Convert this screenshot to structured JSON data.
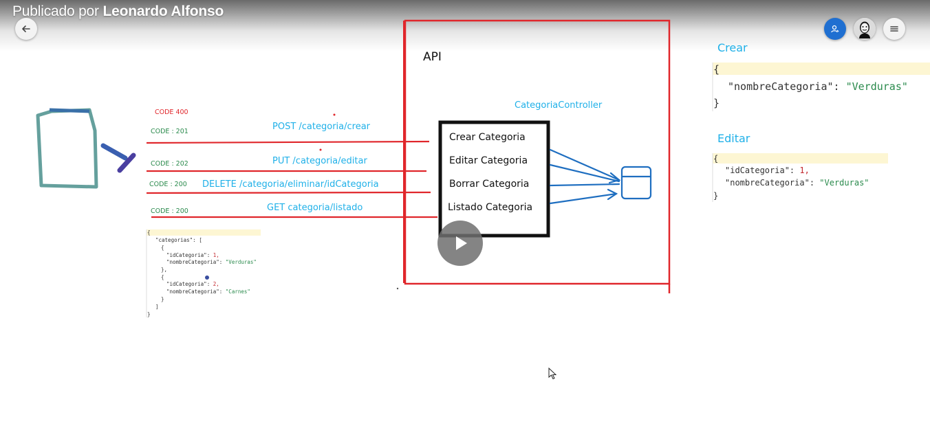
{
  "header": {
    "published_prefix": "Publicado por",
    "author": "Leonardo Alfonso"
  },
  "icons": {
    "back": "arrow-left-icon",
    "user": "user-icon",
    "avatar": "anonymous-mask-avatar",
    "menu": "hamburger-menu-icon",
    "play": "play-icon"
  },
  "colors": {
    "red": "#e0262b",
    "blue_text": "#1fb0e8",
    "green_text": "#2a8a4c",
    "user_button": "#1f6fd1"
  },
  "whiteboard": {
    "api_label": "API",
    "controller_label": "CategoriaController",
    "methods": [
      "Crear Categoria",
      "Editar Categoria",
      "Borrar Categoria",
      "Listado Categoria"
    ],
    "codes": [
      "CODE 400",
      "CODE : 201",
      "CODE : 202",
      "CODE : 200",
      "CODE : 200"
    ],
    "routes": [
      "POST /categoria/crear",
      "PUT /categoria/editar",
      "DELETE /categoria/eliminar/idCategoria",
      "GET categoria/listado"
    ],
    "list_json": {
      "open": "{",
      "key_categorias": "\"categorias\": [",
      "obj_open": "{",
      "id1_key": "\"idCategoria\": ",
      "id1_val": "1,",
      "name1_key": "\"nombreCategoria\": ",
      "name1_val": "\"Verduras\"",
      "obj_close_comma": "},",
      "obj_open2": "{",
      "id2_key": "\"idCategoria\": ",
      "id2_val": "2,",
      "name2_key": "\"nombreCategoria\": ",
      "name2_val": "\"Carnes\"",
      "obj_close": "}",
      "arr_close": "]",
      "close": "}"
    },
    "crear": {
      "label": "Crear",
      "open": "{",
      "name_key": "\"nombreCategoria\": ",
      "name_val": "\"Verduras\"",
      "close": "}"
    },
    "editar": {
      "label": "Editar",
      "open": "{",
      "id_key": "\"idCategoria\": ",
      "id_val": "1,",
      "name_key": "\"nombreCategoria\": ",
      "name_val": "\"Verduras\"",
      "close": "}"
    }
  }
}
